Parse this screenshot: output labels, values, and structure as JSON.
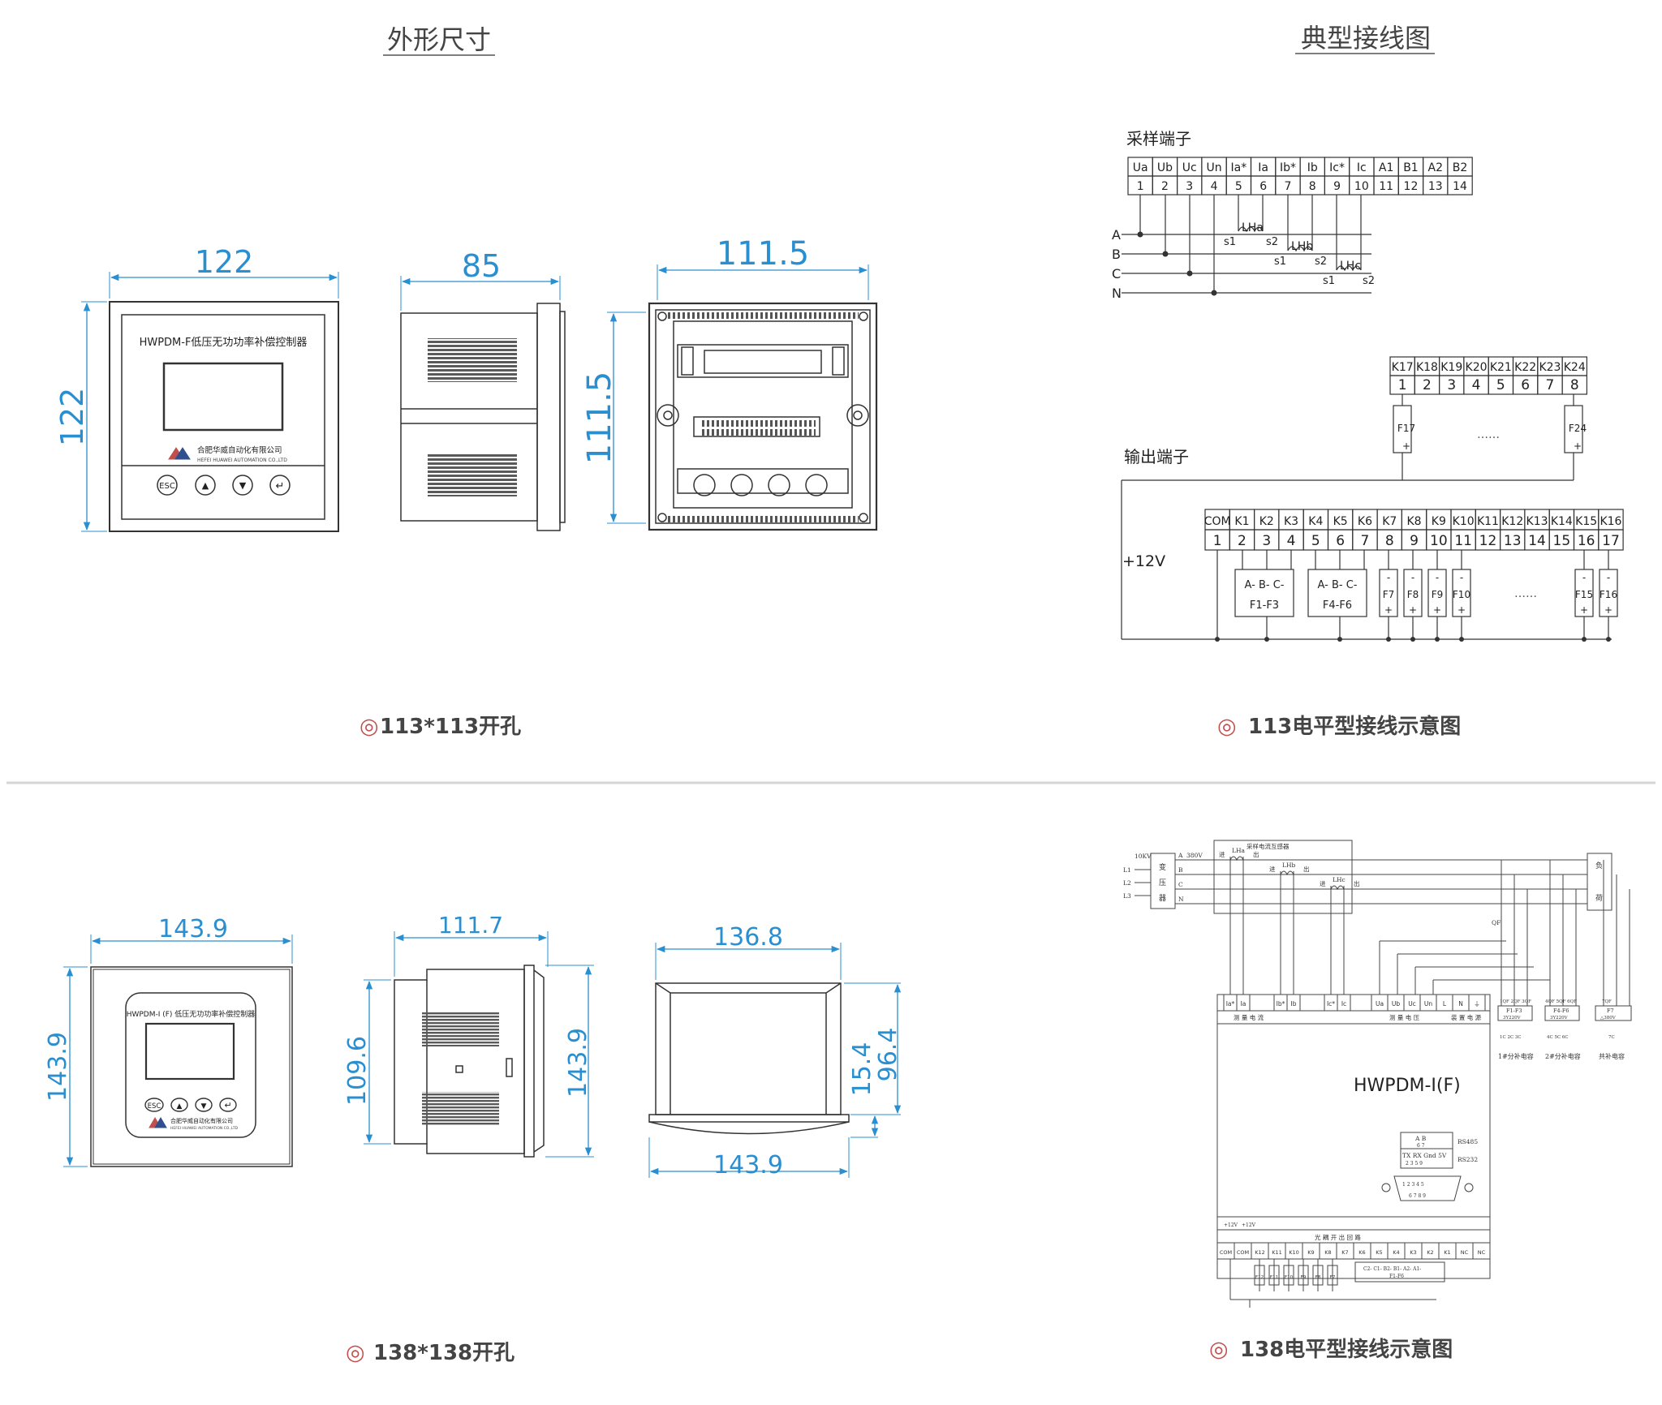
{
  "headings": {
    "dimensions": "外形尺寸",
    "wiring": "典型接线图"
  },
  "captions": {
    "cut113": "113*113开孔",
    "wiring113": "113电平型接线示意图",
    "cut138": "138*138开孔",
    "wiring138": "138电平型接线示意图",
    "bullet": "◎"
  },
  "colors": {
    "dimension": "#2a8fd0",
    "line": "#333333",
    "caption_ring": "#c0504d",
    "divider": "#d6d6d6"
  },
  "dev113": {
    "dim_front_w": "122",
    "dim_front_h": "122",
    "dim_side_w": "85",
    "dim_rear_w": "111.5",
    "dim_rear_h": "111.5",
    "title": "HWPDM-F低压无功功率补偿控制器",
    "company_cn": "合肥华威自动化有限公司",
    "company_en": "HEFEI HUAWEI AUTOMATION CO.,LTD",
    "btn_esc": "ESC",
    "icon_up": "▲",
    "icon_down": "▼",
    "icon_enter": "↵"
  },
  "dev138": {
    "dim_front_w": "143.9",
    "dim_front_h": "143.9",
    "dim_side_w": "111.7",
    "dim_side_inner_h": "109.6",
    "dim_side_outer_h": "143.9",
    "dim_top_w": "136.8",
    "dim_top_bottom_w": "143.9",
    "dim_top_h1": "15.4",
    "dim_top_h2": "96.4",
    "title": "HWPDM-I (F) 低压无功功率补偿控制器",
    "company_cn": "合肥华威自动化有限公司",
    "company_en": "HEFEI HUAWEI AUTOMATION CO.,LTD",
    "btn_esc": "ESC",
    "icon_up": "▲",
    "icon_down": "▼",
    "icon_enter": "↵"
  },
  "w113": {
    "sampling_label": "采样端子",
    "sampling_names": [
      "Ua",
      "Ub",
      "Uc",
      "Un",
      "Ia*",
      "Ia",
      "Ib*",
      "Ib",
      "Ic*",
      "Ic",
      "A1",
      "B1",
      "A2",
      "B2"
    ],
    "sampling_nums": [
      "1",
      "2",
      "3",
      "4",
      "5",
      "6",
      "7",
      "8",
      "9",
      "10",
      "11",
      "12",
      "13",
      "14"
    ],
    "phases": [
      "A",
      "B",
      "C",
      "N"
    ],
    "ct": [
      "LHa",
      "LHb",
      "LHc"
    ],
    "s1": "s1",
    "s2": "s2",
    "upper_names": [
      "K17",
      "K18",
      "K19",
      "K20",
      "K21",
      "K22",
      "K23",
      "K24"
    ],
    "upper_nums": [
      "1",
      "2",
      "3",
      "4",
      "5",
      "6",
      "7",
      "8"
    ],
    "output_label": "输出端子",
    "lower_names": [
      "COM",
      "K1",
      "K2",
      "K3",
      "K4",
      "K5",
      "K6",
      "K7",
      "K8",
      "K9",
      "K10",
      "K11",
      "K12",
      "K13",
      "K14",
      "K15",
      "K16"
    ],
    "lower_nums": [
      "1",
      "2",
      "3",
      "4",
      "5",
      "6",
      "7",
      "8",
      "9",
      "10",
      "11",
      "12",
      "13",
      "14",
      "15",
      "16",
      "17"
    ],
    "v12": "+12V",
    "fuse_top_l": "F17",
    "fuse_top_r": "F24",
    "ellipsis": "……",
    "group1_line1": "A- B- C-",
    "group1_line2": "F1-F3",
    "group2_line1": "A- B- C-",
    "group2_line2": "F4-F6",
    "fuses_lower": [
      "F7",
      "F8",
      "F9",
      "F10",
      "F15",
      "F16"
    ],
    "minus": "-",
    "plus": "+"
  },
  "w138": {
    "kv": "10KV",
    "lines": [
      "L1",
      "L2",
      "L3"
    ],
    "xfmr": [
      "变",
      "压",
      "器"
    ],
    "v380": "380V",
    "phase_tags": [
      "A",
      "B",
      "C",
      "N"
    ],
    "ct_box": "采样电流互感器",
    "ct": [
      "LHa",
      "LHb",
      "LHc"
    ],
    "jin": "进",
    "chu": "出",
    "load": [
      "负",
      "荷"
    ],
    "qf": "QF",
    "in_names_a": [
      "Ia*",
      "Ia",
      "Ib*",
      "Ib",
      "Ic*",
      "Ic"
    ],
    "in_names_b": [
      "Ua",
      "Ub",
      "Uc",
      "Un",
      "L",
      "N",
      "⏚"
    ],
    "sec_current": "测 量 电 流",
    "sec_voltage": "测 量 电 压",
    "sec_power": "装 置 电 源",
    "model": "HWPDM-I(F)",
    "comm_ab": "A  B",
    "comm_ab_nums": "6  7",
    "comm_names": "TX RX Gnd 5V",
    "comm_nums": "2  3  5  9",
    "rs485": "RS485",
    "rs232": "RS232",
    "db9_top": "1  2  3  4  5",
    "db9_bottom": "6  7  8  9",
    "v12a": "+12V",
    "v12b": "+12V",
    "out_section": "光    耦    开    出    回    路",
    "out_names": [
      "COM",
      "COM",
      "K12",
      "K11",
      "K10",
      "K9",
      "K8",
      "K7",
      "K6",
      "K5",
      "K4",
      "K3",
      "K2",
      "K1",
      "NC",
      "NC"
    ],
    "out_fuses": [
      "F12",
      "F11",
      "F10",
      "F9",
      "F8",
      "F7"
    ],
    "cap_group": "C2- C1- B2- B1- A2- A1-",
    "cap_group_sub": "F1-F6",
    "cap1_head": "1QF 2QF 3QF",
    "cap1_name": "F1-F3",
    "cap1_rating": "3Y220V",
    "cap1_nums": "1C 2C 3C",
    "cap1_label": "1#分补电容",
    "cap2_head": "4QF 5QF 6QF",
    "cap2_name": "F4-F6",
    "cap2_rating": "3Y220V",
    "cap2_nums": "4C 5C 6C",
    "cap2_label": "2#分补电容",
    "cap3_head": "7QF",
    "cap3_name": "F7",
    "cap3_rating": "△380V",
    "cap3_nums": "7C",
    "cap3_label": "共补电容"
  }
}
